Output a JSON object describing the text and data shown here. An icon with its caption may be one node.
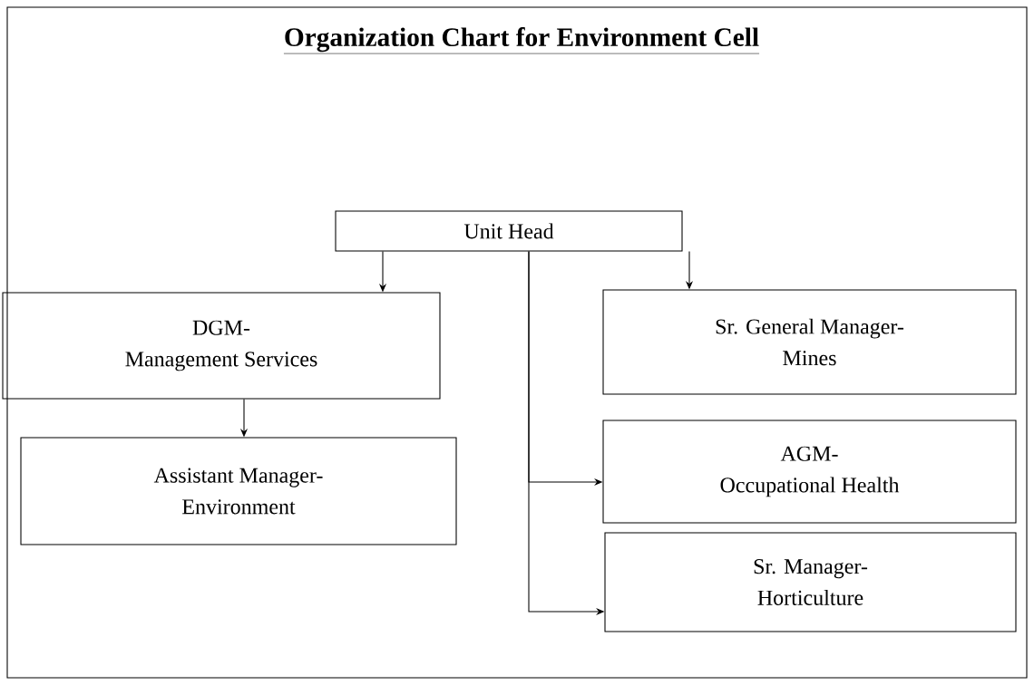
{
  "diagram": {
    "title": "Organization Chart for Environment Cell",
    "nodes": [
      {
        "text": [
          "Unit Head"
        ]
      },
      {
        "text": [
          "DGM-",
          "Management Services"
        ]
      },
      {
        "text": [
          "Sr. General Manager-",
          "Mines"
        ]
      },
      {
        "text": [
          "Assistant Manager-",
          "Environment"
        ]
      },
      {
        "text": [
          "AGM-",
          "Occupational Health"
        ]
      },
      {
        "text": [
          "Sr. Manager-",
          "Horticulture"
        ]
      }
    ],
    "edges": [
      {
        "from": 0,
        "to": 1,
        "arrow": "to"
      },
      {
        "from": 0,
        "to": 2,
        "arrow": "to"
      },
      {
        "from": 0,
        "to": 4,
        "arrow": "to"
      },
      {
        "from": 0,
        "to": 5,
        "arrow": "to"
      },
      {
        "from": 1,
        "to": 3,
        "arrow": "to"
      }
    ]
  }
}
